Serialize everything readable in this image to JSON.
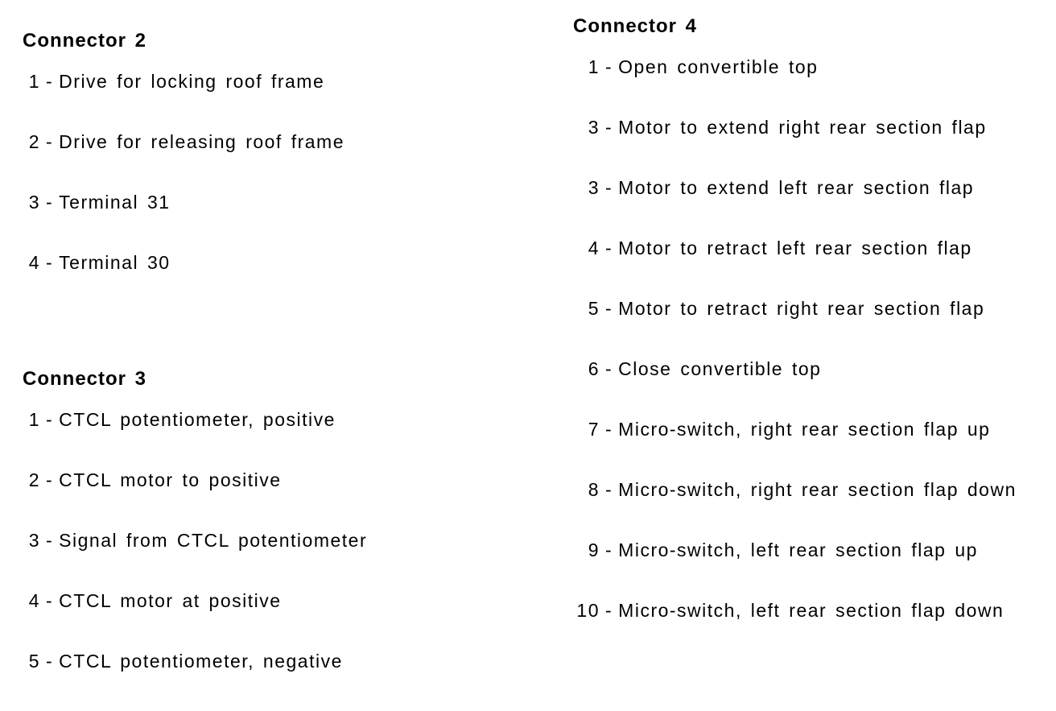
{
  "page": {
    "background": "#ffffff",
    "text_color": "#000000",
    "separator": "-"
  },
  "columns": [
    {
      "sections": [
        {
          "heading": "Connector 2",
          "items": [
            {
              "number": "1",
              "label": "Drive for locking roof frame"
            },
            {
              "number": "2",
              "label": "Drive for releasing roof frame"
            },
            {
              "number": "3",
              "label": "Terminal 31"
            },
            {
              "number": "4",
              "label": "Terminal 30"
            }
          ]
        },
        {
          "heading": "Connector 3",
          "items": [
            {
              "number": "1",
              "label": "CTCL potentiometer, positive"
            },
            {
              "number": "2",
              "label": "CTCL motor to positive"
            },
            {
              "number": "3",
              "label": "Signal from CTCL potentiometer"
            },
            {
              "number": "4",
              "label": "CTCL motor at positive"
            },
            {
              "number": "5",
              "label": "CTCL potentiometer, negative"
            }
          ]
        }
      ]
    },
    {
      "sections": [
        {
          "heading": "Connector 4",
          "items": [
            {
              "number": "1",
              "label": "Open convertible top"
            },
            {
              "number": "3",
              "label": "Motor to extend right rear section flap"
            },
            {
              "number": "3",
              "label": "Motor to extend left rear section flap"
            },
            {
              "number": "4",
              "label": "Motor to retract left rear section flap"
            },
            {
              "number": "5",
              "label": "Motor to retract right rear section flap"
            },
            {
              "number": "6",
              "label": "Close convertible top"
            },
            {
              "number": "7",
              "label": "Micro-switch, right rear section flap up"
            },
            {
              "number": "8",
              "label": "Micro-switch, right rear section flap down"
            },
            {
              "number": "9",
              "label": "Micro-switch, left rear section flap up"
            },
            {
              "number": "10",
              "label": "Micro-switch, left rear section flap down"
            }
          ]
        }
      ]
    }
  ]
}
